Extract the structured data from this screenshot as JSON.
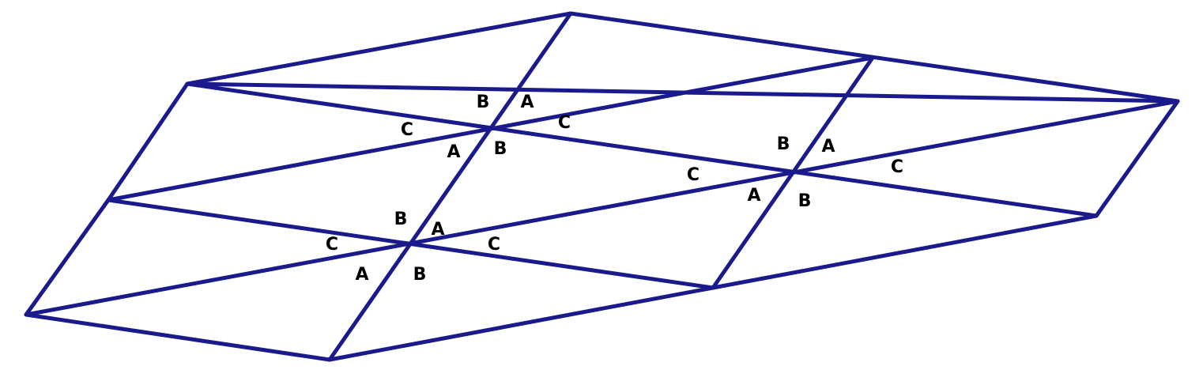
{
  "diagram": {
    "line_color": "#1a1a8c",
    "label_color": "#000000",
    "labels": {
      "a": "A",
      "b": "B",
      "c": "C"
    }
  }
}
